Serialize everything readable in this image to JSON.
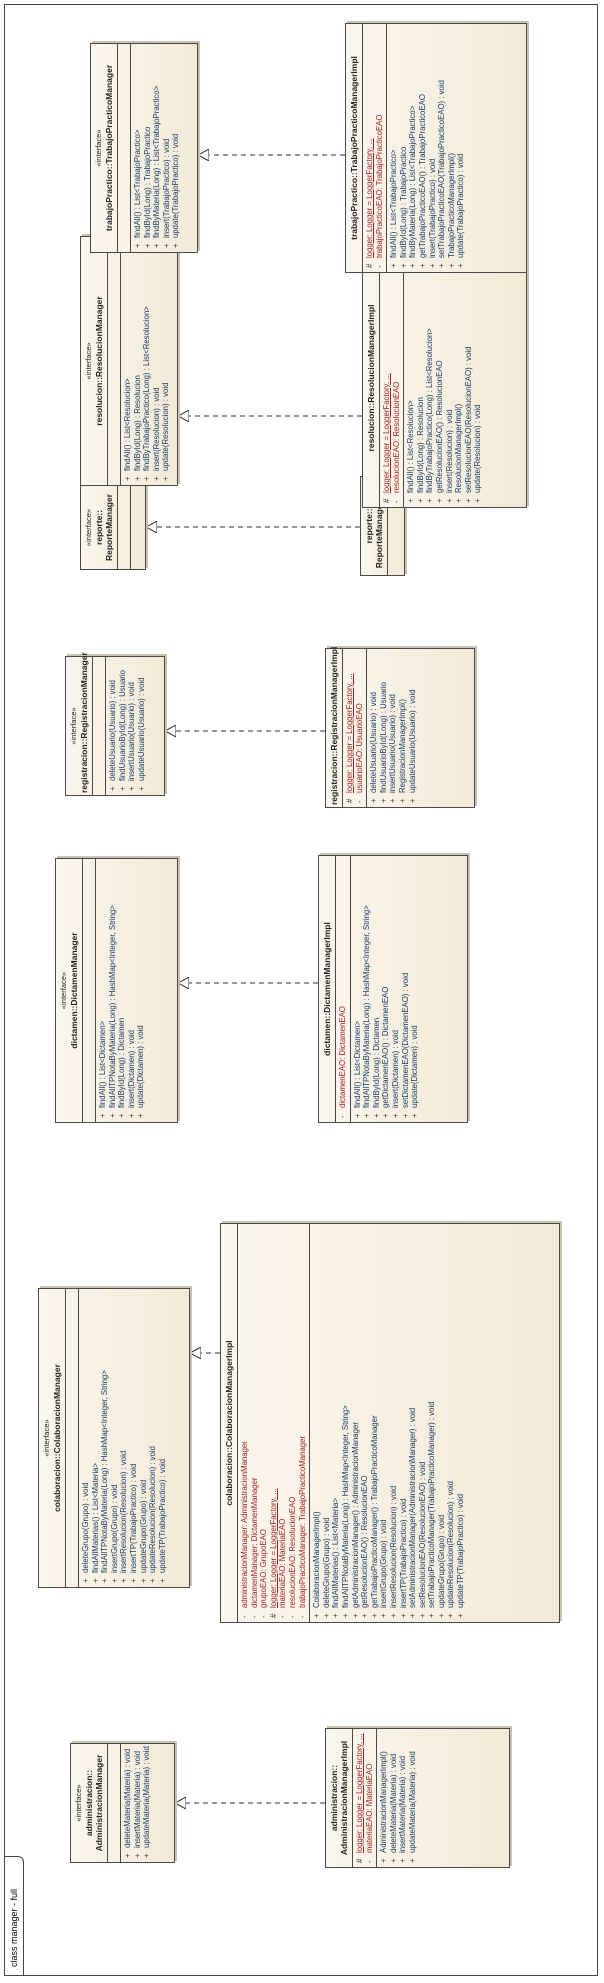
{
  "frame": {
    "label": "class manager - full"
  },
  "classes": {
    "admin_iface": {
      "stereotype": "«interface»",
      "name_line1": "administracion::",
      "name_line2": "AdministracionManager",
      "attrs": [],
      "ops": [
        {
          "vis": "+",
          "text": "deleteMateria(Materia) : void"
        },
        {
          "vis": "+",
          "text": "insertMateria(Materia) : void"
        },
        {
          "vis": "+",
          "text": "updateMateria(Materia) : void"
        }
      ]
    },
    "admin_impl": {
      "name_line1": "administracion::",
      "name_line2": "AdministracionManagerImpl",
      "attrs": [
        {
          "vis": "#",
          "text": "logger:  Logger = LoggerFactory. ...",
          "static": true
        },
        {
          "vis": "-",
          "text": "materiaEAO:  MateriaEAO",
          "static": false
        }
      ],
      "ops": [
        {
          "vis": "+",
          "text": "AdministracionManagerImpl()"
        },
        {
          "vis": "+",
          "text": "deleteMateria(Materia) : void"
        },
        {
          "vis": "+",
          "text": "insertMateria(Materia) : void"
        },
        {
          "vis": "+",
          "text": "updateMateria(Materia) : void"
        }
      ]
    },
    "colab_iface": {
      "stereotype": "«interface»",
      "name_line1": "colaboracion::ColaboracionManager",
      "attrs": [],
      "ops": [
        {
          "vis": "+",
          "text": "deleteGrupo(Grupo) : void"
        },
        {
          "vis": "+",
          "text": "findAllMaterias() : List<Materia>"
        },
        {
          "vis": "+",
          "text": "findAllTPNotaByMateria(Long) : HashMap<Integer, String>"
        },
        {
          "vis": "+",
          "text": "insertGrupo(Grupo) : void"
        },
        {
          "vis": "+",
          "text": "insertResolucion(Resolucion) : void"
        },
        {
          "vis": "+",
          "text": "insertTP(TrabajoPractico) : void"
        },
        {
          "vis": "+",
          "text": "updateGrupo(Grupo) : void"
        },
        {
          "vis": "+",
          "text": "updateResolucion(Resolucion) : void"
        },
        {
          "vis": "+",
          "text": "updateTP(TrabajoPractico) : void"
        }
      ]
    },
    "colab_impl": {
      "name_line1": "colaboracion::ColaboracionManagerImpl",
      "attrs": [
        {
          "vis": "-",
          "text": "administracionManager:  AdministracionManager",
          "static": false
        },
        {
          "vis": "-",
          "text": "dictamenManager:  DictamenManager",
          "static": false
        },
        {
          "vis": "-",
          "text": "grupoEAO:  GrupoEAO",
          "static": false
        },
        {
          "vis": "#",
          "text": "logger:  Logger = LoggerFactory. ...",
          "static": true
        },
        {
          "vis": "-",
          "text": "materiaEAO:  MateriaEAO",
          "static": false
        },
        {
          "vis": "-",
          "text": "resolucionEAO:  ResolucionEAO",
          "static": false
        },
        {
          "vis": "-",
          "text": "trabajoPracticoManager:  TrabajoPracticoManager",
          "static": false
        }
      ],
      "ops": [
        {
          "vis": "+",
          "text": "ColaboracionManagerImpl()"
        },
        {
          "vis": "+",
          "text": "deleteGrupo(Grupo) : void"
        },
        {
          "vis": "+",
          "text": "findAllMaterias() : List<Materia>"
        },
        {
          "vis": "+",
          "text": "findAllTPNotaByMateria(Long) : HashMap<Integer, String>"
        },
        {
          "vis": "+",
          "text": "getAdministracionManager() : AdministracionManager"
        },
        {
          "vis": "+",
          "text": "getResolucionEAO() : ResolucionEAO"
        },
        {
          "vis": "+",
          "text": "getTrabajoPracticoManager() : TrabajoPracticoManager"
        },
        {
          "vis": "+",
          "text": "insertGrupo(Grupo) : void"
        },
        {
          "vis": "+",
          "text": "insertResolucion(Resolucion) : void"
        },
        {
          "vis": "+",
          "text": "insertTP(TrabajoPractico) : void"
        },
        {
          "vis": "+",
          "text": "setAdministracionManager(AdministracionManager) : void"
        },
        {
          "vis": "+",
          "text": "setResolucionEAO(ResolucionEAO) : void"
        },
        {
          "vis": "+",
          "text": "setTrabajoPracticoManager(TrabajoPracticoManager) : void"
        },
        {
          "vis": "+",
          "text": "updateGrupo(Grupo) : void"
        },
        {
          "vis": "+",
          "text": "updateResolucion(Resolucion) : void"
        },
        {
          "vis": "+",
          "text": "updateTP(TrabajoPractico) : void"
        }
      ]
    },
    "dict_iface": {
      "stereotype": "«interface»",
      "name_line1": "dictamen::DictamenManager",
      "attrs": [],
      "ops": [
        {
          "vis": "+",
          "text": "findAll() : List<Dictamen>"
        },
        {
          "vis": "+",
          "text": "findAllTPNotaByMateria(Long) : HashMap<Integer, String>"
        },
        {
          "vis": "+",
          "text": "findById(Long) : Dictamen"
        },
        {
          "vis": "+",
          "text": "insert(Dictamen) : void"
        },
        {
          "vis": "+",
          "text": "update(Dictamen) : void"
        }
      ]
    },
    "dict_impl": {
      "name_line1": "dictamen::DictamenManagerImpl",
      "attrs": [
        {
          "vis": "-",
          "text": "dictamenEAO:  DictamenEAO",
          "static": false
        }
      ],
      "ops": [
        {
          "vis": "+",
          "text": "findAll() : List<Dictamen>"
        },
        {
          "vis": "+",
          "text": "findAllTPNotaByMateria(Long) : HashMap<Integer, String>"
        },
        {
          "vis": "+",
          "text": "findById(Long) : Dictamen"
        },
        {
          "vis": "+",
          "text": "getDictamenEAO() : DictamenEAO"
        },
        {
          "vis": "+",
          "text": "insert(Dictamen) : void"
        },
        {
          "vis": "+",
          "text": "setDictamenEAO(DictamenEAO) : void"
        },
        {
          "vis": "+",
          "text": "update(Dictamen) : void"
        }
      ]
    },
    "reg_iface": {
      "stereotype": "«interface»",
      "name_line1": "registracion::RegistracionManager",
      "attrs": [],
      "ops": [
        {
          "vis": "+",
          "text": "deleteUsuario(Usuario) : void"
        },
        {
          "vis": "+",
          "text": "findUsuarioById(Long) : Usuario"
        },
        {
          "vis": "+",
          "text": "insertUsuario(Usuario) : void"
        },
        {
          "vis": "+",
          "text": "updateUsuario(Usuario) : void"
        }
      ]
    },
    "reg_impl": {
      "name_line1": "registracion::RegistracionManagerImpl",
      "attrs": [
        {
          "vis": "#",
          "text": "logger:  Logger = LoggerFactory. ...",
          "static": true
        },
        {
          "vis": "-",
          "text": "usuarioEAO:  UsuarioEAO",
          "static": false
        }
      ],
      "ops": [
        {
          "vis": "+",
          "text": "deleteUsuario(Usuario) : void"
        },
        {
          "vis": "+",
          "text": "findUsuarioById(Long) : Usuario"
        },
        {
          "vis": "+",
          "text": "insertUsuario(Usuario) : void"
        },
        {
          "vis": "+",
          "text": "RegistracionManagerImpl()"
        },
        {
          "vis": "+",
          "text": "updateUsuario(Usuario) : void"
        }
      ]
    },
    "rep_iface": {
      "stereotype": "«interface»",
      "name_line1": "reporte::",
      "name_line2": "ReporteManager",
      "attrs": [],
      "ops": []
    },
    "rep_impl": {
      "name_line1": "reporte::",
      "name_line2": "ReporteManagerImpl"
    },
    "res_iface": {
      "stereotype": "«interface»",
      "name_line1": "resolucion::ResolucionManager",
      "attrs": [],
      "ops": [
        {
          "vis": "+",
          "text": "findAll() : List<Resolucion>"
        },
        {
          "vis": "+",
          "text": "findById(Long) : Resolucion"
        },
        {
          "vis": "+",
          "text": "findByTrabajoPractico(Long) : List<Resolucion>"
        },
        {
          "vis": "+",
          "text": "insert(Resolucion) : void"
        },
        {
          "vis": "+",
          "text": "update(Resolucion) : void"
        }
      ]
    },
    "res_impl": {
      "name_line1": "resolucion::ResolucionManagerImpl",
      "attrs": [
        {
          "vis": "#",
          "text": "logger:  Logger = LoggerFactory. ...",
          "static": true
        },
        {
          "vis": "-",
          "text": "resolucionEAO:  ResolucionEAO",
          "static": false
        }
      ],
      "ops": [
        {
          "vis": "+",
          "text": "findAll() : List<Resolucion>"
        },
        {
          "vis": "+",
          "text": "findById(Long) : Resolucion"
        },
        {
          "vis": "+",
          "text": "findByTrabajoPractico(Long) : List<Resolucion>"
        },
        {
          "vis": "+",
          "text": "getResolucionEAO() : ResolucionEAO"
        },
        {
          "vis": "+",
          "text": "insert(Resolucion) : void"
        },
        {
          "vis": "+",
          "text": "ResolucionManagerImpl()"
        },
        {
          "vis": "+",
          "text": "setResolucionEAO(ResolucionEAO) : void"
        },
        {
          "vis": "+",
          "text": "update(Resolucion) : void"
        }
      ]
    },
    "tp_iface": {
      "stereotype": "«interface»",
      "name_line1": "trabajoPractico::TrabajoPracticoManager",
      "attrs": [],
      "ops": [
        {
          "vis": "+",
          "text": "findAll() : List<TrabajoPractico>"
        },
        {
          "vis": "+",
          "text": "findById(Long) : TrabajoPractico"
        },
        {
          "vis": "+",
          "text": "findByMateria(Long) : List<TrabajoPractico>"
        },
        {
          "vis": "+",
          "text": "insert(TrabajoPractico) : void"
        },
        {
          "vis": "+",
          "text": "update(TrabajoPractico) : void"
        }
      ]
    },
    "tp_impl": {
      "name_line1": "trabajoPractico::TrabajoPracticoManagerImpl",
      "attrs": [
        {
          "vis": "#",
          "text": "logger:  Logger = LoggerFactory. ...",
          "static": true
        },
        {
          "vis": "-",
          "text": "trabajoPracticoEAO:  TrabajoPracticoEAO",
          "static": false
        }
      ],
      "ops": [
        {
          "vis": "+",
          "text": "findAll() : List<TrabajoPractico>"
        },
        {
          "vis": "+",
          "text": "findById(Long) : TrabajoPractico"
        },
        {
          "vis": "+",
          "text": "findByMateria(Long) : List<TrabajoPractico>"
        },
        {
          "vis": "+",
          "text": "getTrabajoPracticoEAO() : TrabajoPracticoEAO"
        },
        {
          "vis": "+",
          "text": "insert(TrabajoPractico) : void"
        },
        {
          "vis": "+",
          "text": "setTrabajoPracticoEAO(TrabajoPracticoEAO) : void"
        },
        {
          "vis": "+",
          "text": "TrabajoPracticoManagerImpl()"
        },
        {
          "vis": "+",
          "text": "update(TrabajoPractico) : void"
        }
      ]
    }
  }
}
